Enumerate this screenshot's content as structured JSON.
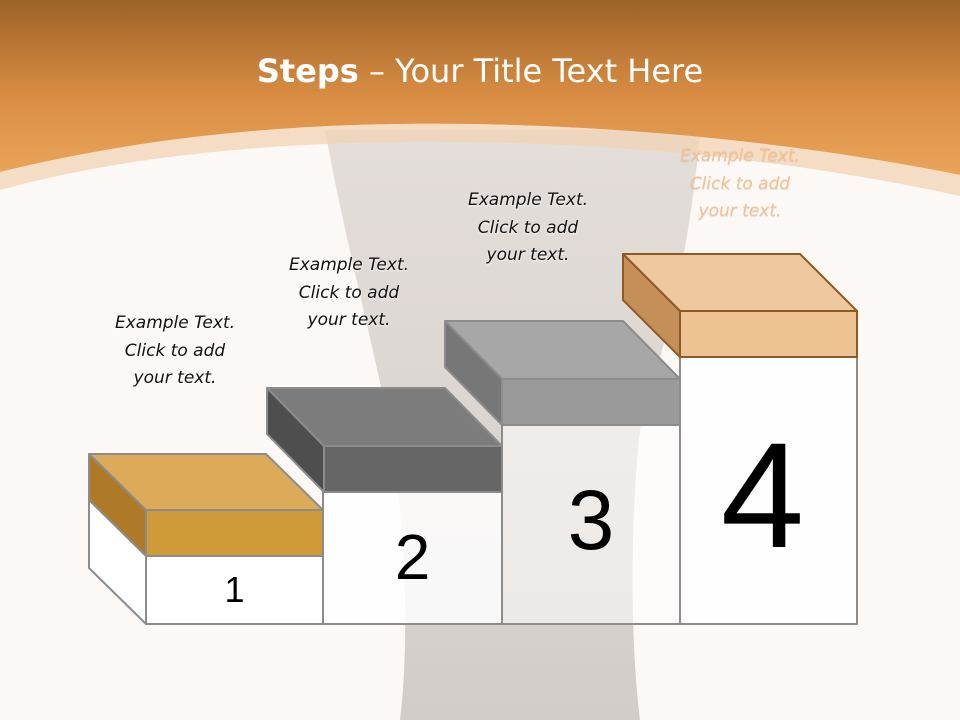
{
  "slide": {
    "title_bold": "Steps",
    "title_rest": " – Your Title Text Here",
    "colors": {
      "header_orange": "#e39d4f",
      "step1_lid": "#cf9a38",
      "step2_lid": "#666666",
      "step3_lid": "#9a9a9a",
      "step4_lid": "#eec394",
      "box_outline": "#8c8c8c"
    }
  },
  "steps": [
    {
      "number": "1",
      "caption": {
        "line1": "Example Text.",
        "line2": "Click  to add",
        "line3": "your text."
      }
    },
    {
      "number": "2",
      "caption": {
        "line1": "Example Text.",
        "line2": "Click  to add",
        "line3": "your text."
      }
    },
    {
      "number": "3",
      "caption": {
        "line1": "Example Text.",
        "line2": "Click  to add",
        "line3": "your text."
      }
    },
    {
      "number": "4",
      "caption": {
        "line1": "Example Text.",
        "line2": "Click  to add",
        "line3": "your text."
      }
    }
  ]
}
